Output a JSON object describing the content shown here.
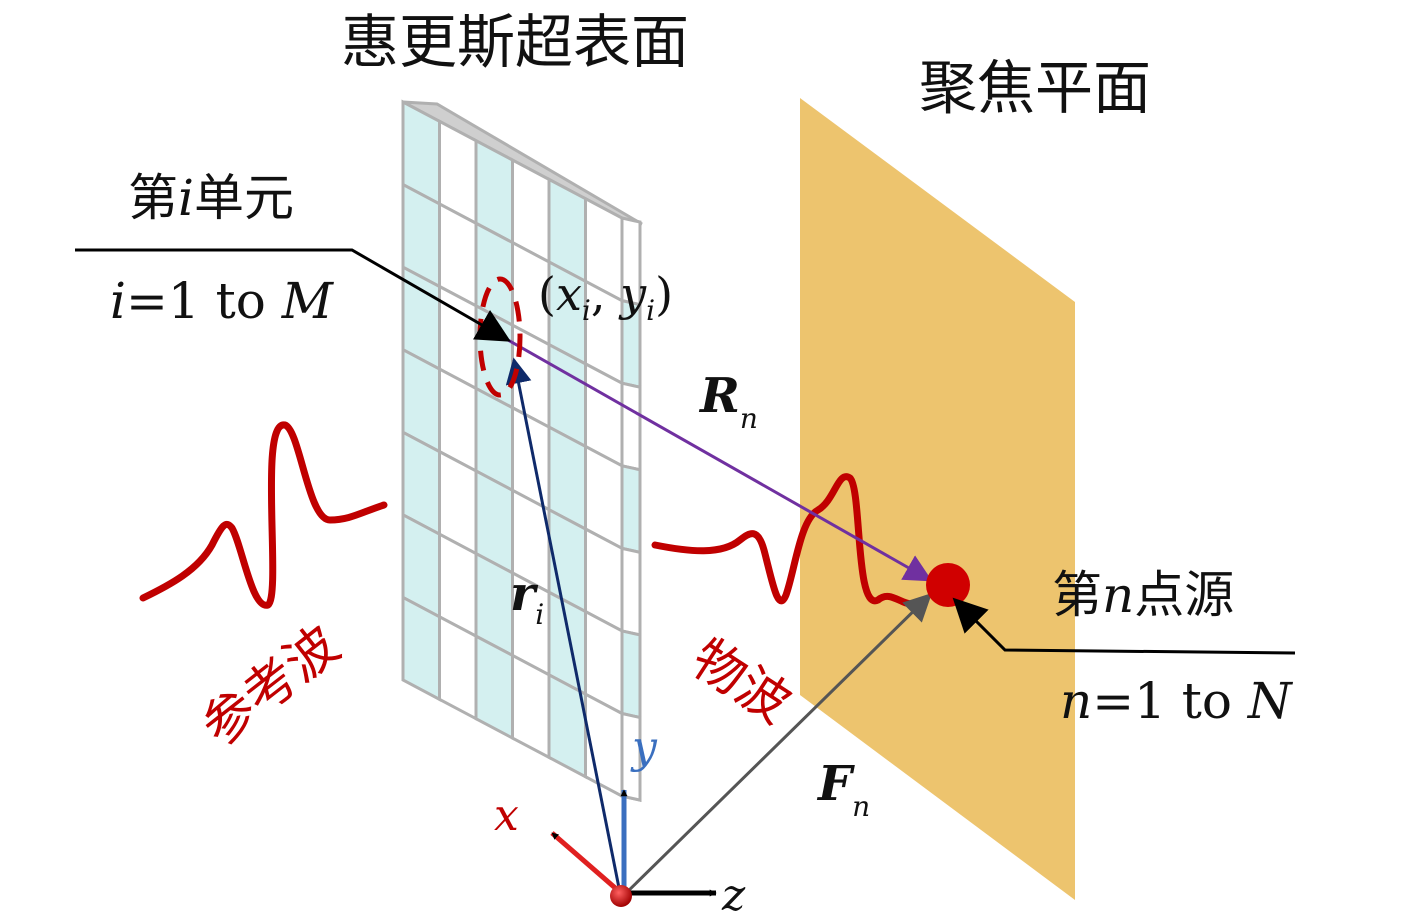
{
  "labels": {
    "metasurface_title": "惠更斯超表面",
    "focal_plane_title": "聚焦平面",
    "element_label": {
      "prefix": "第",
      "var": "i",
      "suffix": "单元"
    },
    "element_range": {
      "var": "i",
      "eq": "=1 to ",
      "upper": "M"
    },
    "element_coord": {
      "open": "(",
      "x": "x",
      "xsub": "i",
      "comma": ", ",
      "y": "y",
      "ysub": "i",
      "close": ")"
    },
    "R_vector": {
      "main": "R",
      "sub": "n"
    },
    "r_vector": {
      "main": "r",
      "sub": "i"
    },
    "F_vector": {
      "main": "F",
      "sub": "n"
    },
    "point_label": {
      "prefix": "第",
      "var": "n",
      "suffix": "点源"
    },
    "point_range": {
      "var": "n",
      "eq": "=1 to ",
      "upper": "N"
    },
    "reference_wave": "参考波",
    "object_wave": "物波",
    "axis_x": "x",
    "axis_y": "y",
    "axis_z": "z"
  },
  "colors": {
    "wave_red": "#c00000",
    "cell_fill": "#d4f0f0",
    "cell_stroke": "#b0b0b0",
    "focal_plane": "#edc46e",
    "r_vector": "#0f2a6a",
    "R_vector": "#7030a0",
    "F_vector": "#555555",
    "axis_y": "#3a6fbf",
    "axis_x": "#c00000",
    "point_source": "#d00000"
  }
}
